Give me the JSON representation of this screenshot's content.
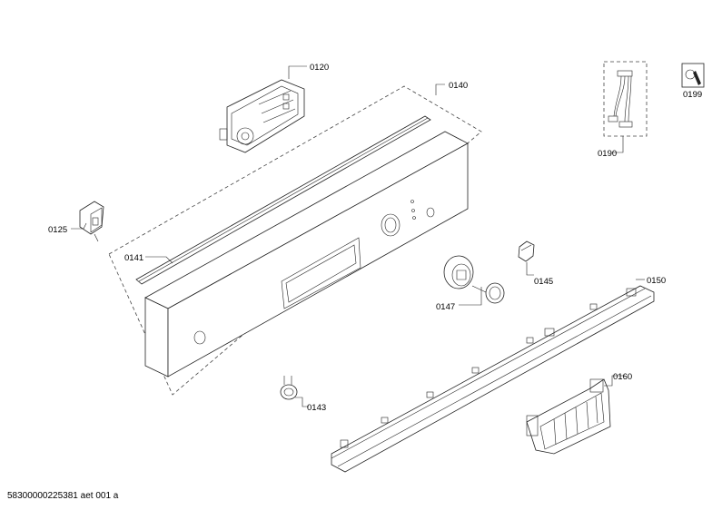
{
  "labels": {
    "p0120": "0120",
    "p0140": "0140",
    "p0125": "0125",
    "p0141": "0141",
    "p0143": "0143",
    "p0145": "0145",
    "p0147": "0147",
    "p0150": "0150",
    "p0160": "0160",
    "p0190": "0190",
    "p0199": "0199"
  },
  "footer": "58300000225381 aet 001 a"
}
